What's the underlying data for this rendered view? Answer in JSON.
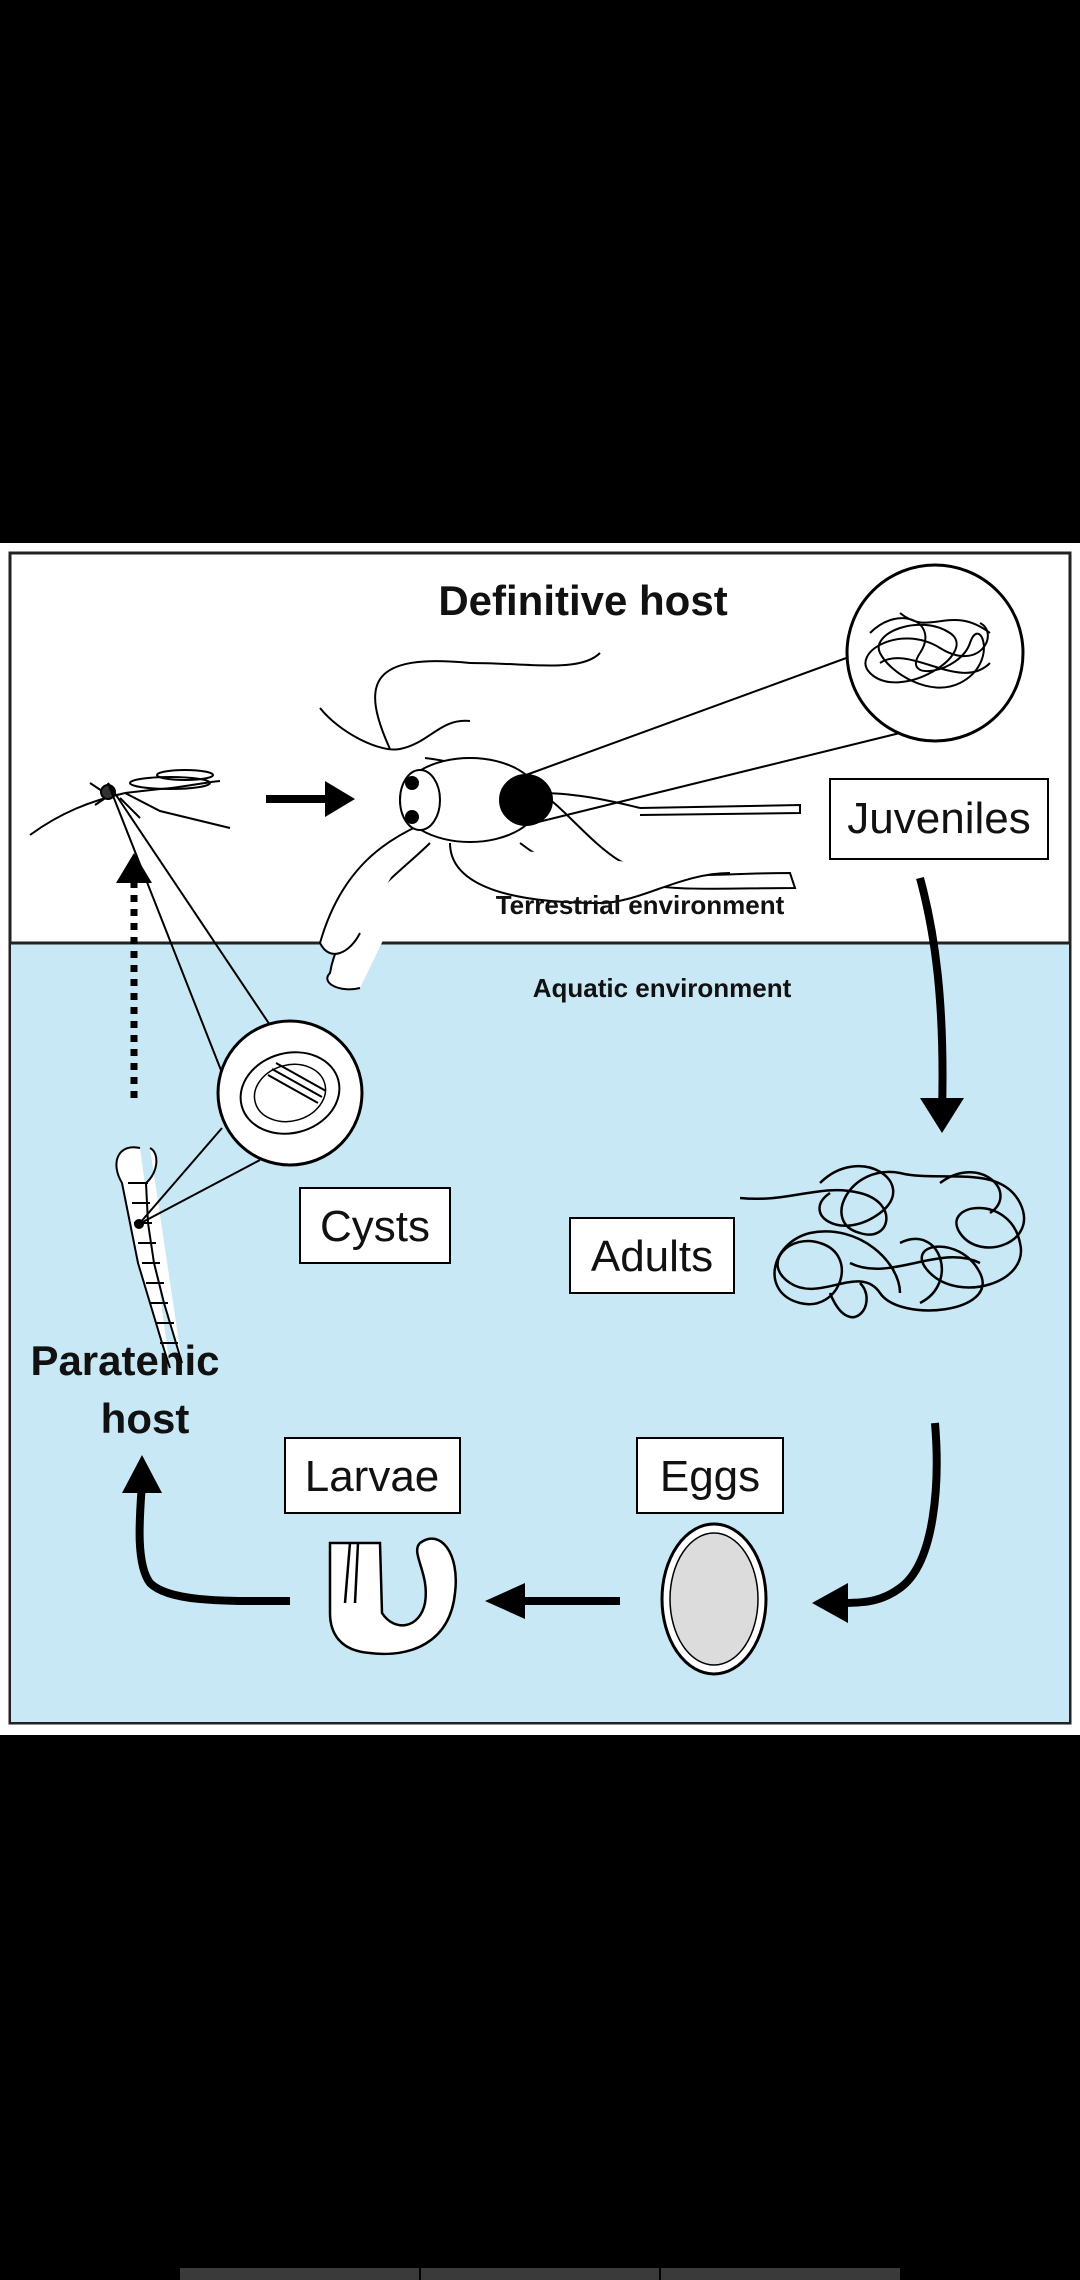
{
  "diagram": {
    "title": "Definitive host",
    "environment_top": "Terrestrial environment",
    "environment_bottom": "Aquatic environment",
    "stages": {
      "juveniles": "Juveniles",
      "adults": "Adults",
      "eggs": "Eggs",
      "larvae": "Larvae",
      "cysts": "Cysts"
    },
    "paratenic_line1": "Paratenic",
    "paratenic_line2": "host"
  },
  "colors": {
    "water": "#c9e8f5",
    "border": "#222222",
    "background": "#000000"
  }
}
